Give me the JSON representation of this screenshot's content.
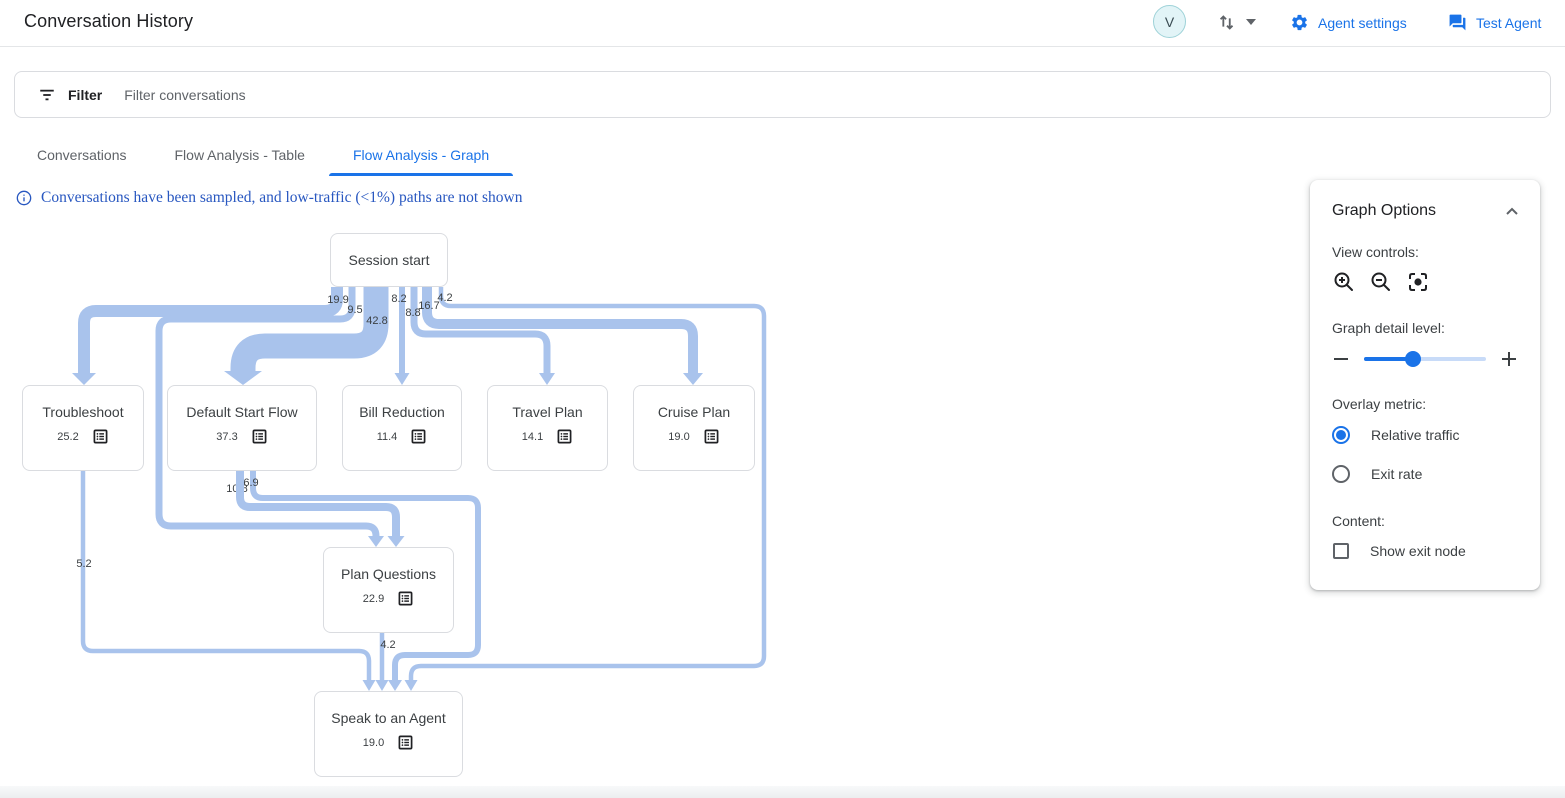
{
  "header": {
    "title": "Conversation History",
    "avatar_letter": "V",
    "agent_settings": "Agent settings",
    "test_agent": "Test Agent"
  },
  "filter_bar": {
    "label": "Filter",
    "placeholder": "Filter conversations"
  },
  "tabs": [
    {
      "label": "Conversations",
      "active": false
    },
    {
      "label": "Flow Analysis - Table",
      "active": false
    },
    {
      "label": "Flow Analysis - Graph",
      "active": true
    }
  ],
  "notice": "Conversations have been sampled, and low-traffic (<1%) paths are not shown",
  "flow_graph": {
    "edge_color": "#a9c3ec",
    "nodes": [
      {
        "id": "session-start",
        "label": "Session start",
        "value": ""
      },
      {
        "id": "troubleshoot",
        "label": "Troubleshoot",
        "value": "25.2"
      },
      {
        "id": "default-start-flow",
        "label": "Default Start Flow",
        "value": "37.3"
      },
      {
        "id": "bill-reduction",
        "label": "Bill Reduction",
        "value": "11.4"
      },
      {
        "id": "travel-plan",
        "label": "Travel Plan",
        "value": "14.1"
      },
      {
        "id": "cruise-plan",
        "label": "Cruise Plan",
        "value": "19.0"
      },
      {
        "id": "plan-questions",
        "label": "Plan Questions",
        "value": "22.9"
      },
      {
        "id": "speak-to-agent",
        "label": "Speak to an Agent",
        "value": "19.0"
      }
    ],
    "edges": [
      {
        "from": "session-start",
        "to": "troubleshoot",
        "value": "19.9"
      },
      {
        "from": "session-start",
        "to": "plan-questions",
        "value": "9.5"
      },
      {
        "from": "session-start",
        "to": "default-start-flow",
        "value": "42.8"
      },
      {
        "from": "session-start",
        "to": "bill-reduction",
        "value": "8.2"
      },
      {
        "from": "session-start",
        "to": "travel-plan",
        "value": "8.8"
      },
      {
        "from": "session-start",
        "to": "cruise-plan",
        "value": "16.7"
      },
      {
        "from": "session-start",
        "to": "speak-to-agent",
        "value": "4.2"
      },
      {
        "from": "default-start-flow",
        "to": "plan-questions",
        "value": "10.8"
      },
      {
        "from": "default-start-flow",
        "to": "speak-to-agent",
        "value": "6.9"
      },
      {
        "from": "troubleshoot",
        "to": "speak-to-agent",
        "value": "5.2"
      },
      {
        "from": "plan-questions",
        "to": "speak-to-agent",
        "value": "4.2"
      }
    ]
  },
  "graph_options": {
    "title": "Graph Options",
    "view_controls_label": "View controls:",
    "view_controls": [
      {
        "icon": "zoom-in-icon"
      },
      {
        "icon": "zoom-out-icon"
      },
      {
        "icon": "center-focus-icon"
      }
    ],
    "detail_level_label": "Graph detail level:",
    "detail_slider_fraction": 0.4,
    "overlay_metric_label": "Overlay metric:",
    "overlay_options": [
      {
        "label": "Relative traffic",
        "selected": true
      },
      {
        "label": "Exit rate",
        "selected": false
      }
    ],
    "content_label": "Content:",
    "checkbox": {
      "label": "Show exit node",
      "checked": false
    }
  }
}
